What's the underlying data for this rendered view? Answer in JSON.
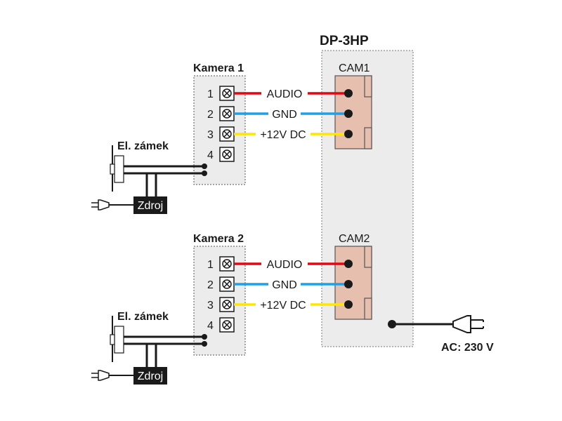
{
  "device": {
    "title": "DP-3HP",
    "power_label": "AC: 230 V"
  },
  "cameras": [
    {
      "title": "Kamera 1",
      "port_label": "CAM1",
      "terminals": [
        "1",
        "2",
        "3",
        "4"
      ],
      "signals": [
        {
          "label": "AUDIO",
          "color": "#e30613"
        },
        {
          "label": "GND",
          "color": "#1ea0e6"
        },
        {
          "label": "+12V DC",
          "color": "#ffe600"
        }
      ],
      "lock_label": "El. zámek",
      "psu_label": "Zdroj"
    },
    {
      "title": "Kamera 2",
      "port_label": "CAM2",
      "terminals": [
        "1",
        "2",
        "3",
        "4"
      ],
      "signals": [
        {
          "label": "AUDIO",
          "color": "#e30613"
        },
        {
          "label": "GND",
          "color": "#1ea0e6"
        },
        {
          "label": "+12V DC",
          "color": "#ffe600"
        }
      ],
      "lock_label": "El. zámek",
      "psu_label": "Zdroj"
    }
  ],
  "colors": {
    "panel": "#ececec",
    "connector": "#e6bfae",
    "wire": "#1a1a1a"
  }
}
